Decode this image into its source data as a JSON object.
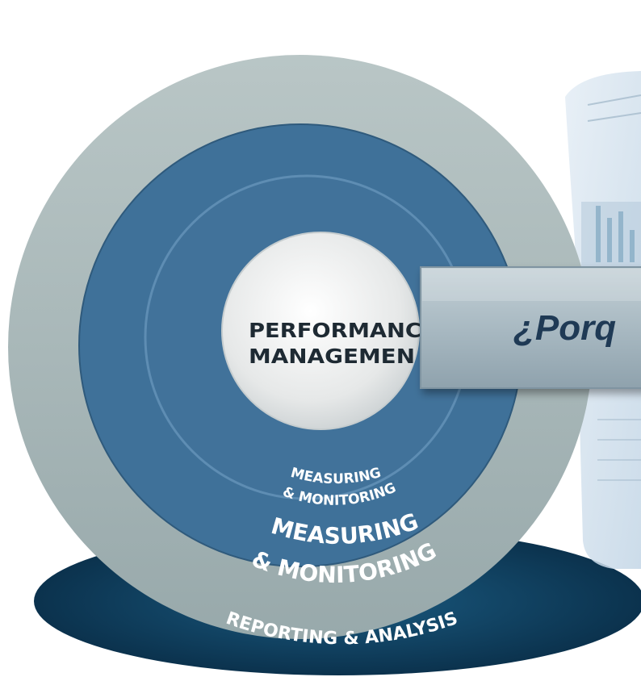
{
  "center": {
    "line1": "PERFORMANC",
    "line2": "MANAGEMEN"
  },
  "inner_ring": {
    "line1": "MEASURING",
    "line2": "& MONITORING"
  },
  "middle_ring": {
    "line1": "MEASURING",
    "line2": "& MONITORING"
  },
  "outer_ring": {
    "label": "REPORTING & ANALYSIS"
  },
  "callout": {
    "text": "¿Porq"
  },
  "colors": {
    "outer_ring": "#a9b8b9",
    "blue_ring": "#3f7199",
    "center": "#eceeee",
    "base_shadow": "#0d3552",
    "callout": "#aebdc6"
  }
}
